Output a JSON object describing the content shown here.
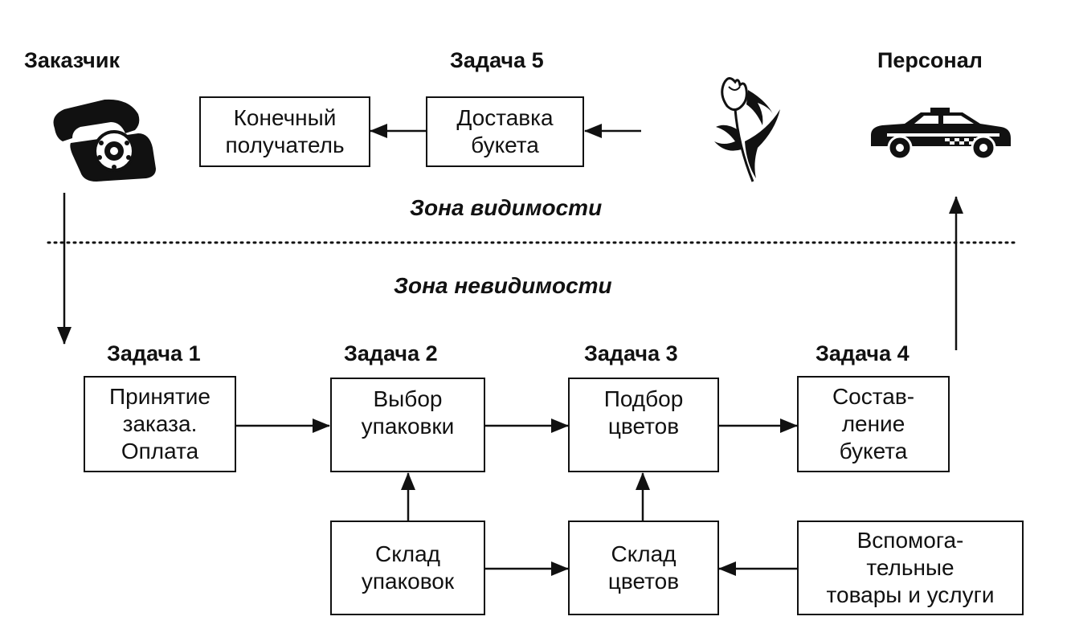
{
  "actors": {
    "customer": "Заказчик",
    "staff": "Персонал"
  },
  "zones": {
    "visible": "Зона видимости",
    "invisible": "Зона невидимости"
  },
  "tasks": {
    "t1": {
      "label": "Задача 1",
      "box": "Принятие\nзаказа.\nОплата"
    },
    "t2": {
      "label": "Задача 2",
      "box": "Выбор\nупаковки"
    },
    "t3": {
      "label": "Задача 3",
      "box": "Подбор\nцветов"
    },
    "t4": {
      "label": "Задача 4",
      "box": "Состав-\nление\nбукета"
    },
    "t5": {
      "label": "Задача 5",
      "box": "Доставка\nбукета"
    }
  },
  "nodes": {
    "recipient": "Конечный\nполучатель",
    "pack_store": "Склад\nупаковок",
    "flower_store": "Склад\nцветов",
    "aux": "Вспомога-\nтельные\nтовары и услуги"
  },
  "icons": {
    "customer": "telephone-icon",
    "flower": "tulip-icon",
    "staff": "taxi-icon"
  }
}
